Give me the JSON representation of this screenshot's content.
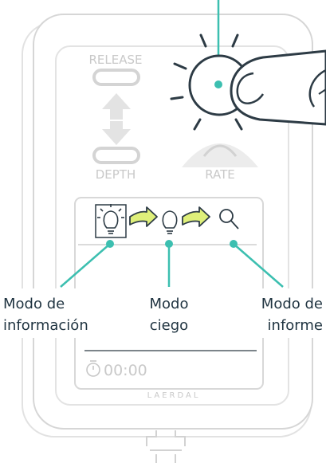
{
  "device": {
    "release_label": "RELEASE",
    "depth_label": "DEPTH",
    "rate_label": "RATE",
    "timer_text": "00:00",
    "brand_text": "LAERDAL"
  },
  "callouts": [
    {
      "line1": "Modo de",
      "line2": "información"
    },
    {
      "line1": "Modo",
      "line2": "ciego"
    },
    {
      "line1": "Modo de",
      "line2": "informe"
    }
  ],
  "colors": {
    "accent": "#3cbfb0",
    "outline": "#dcdcdc",
    "dark": "#1f3340"
  }
}
